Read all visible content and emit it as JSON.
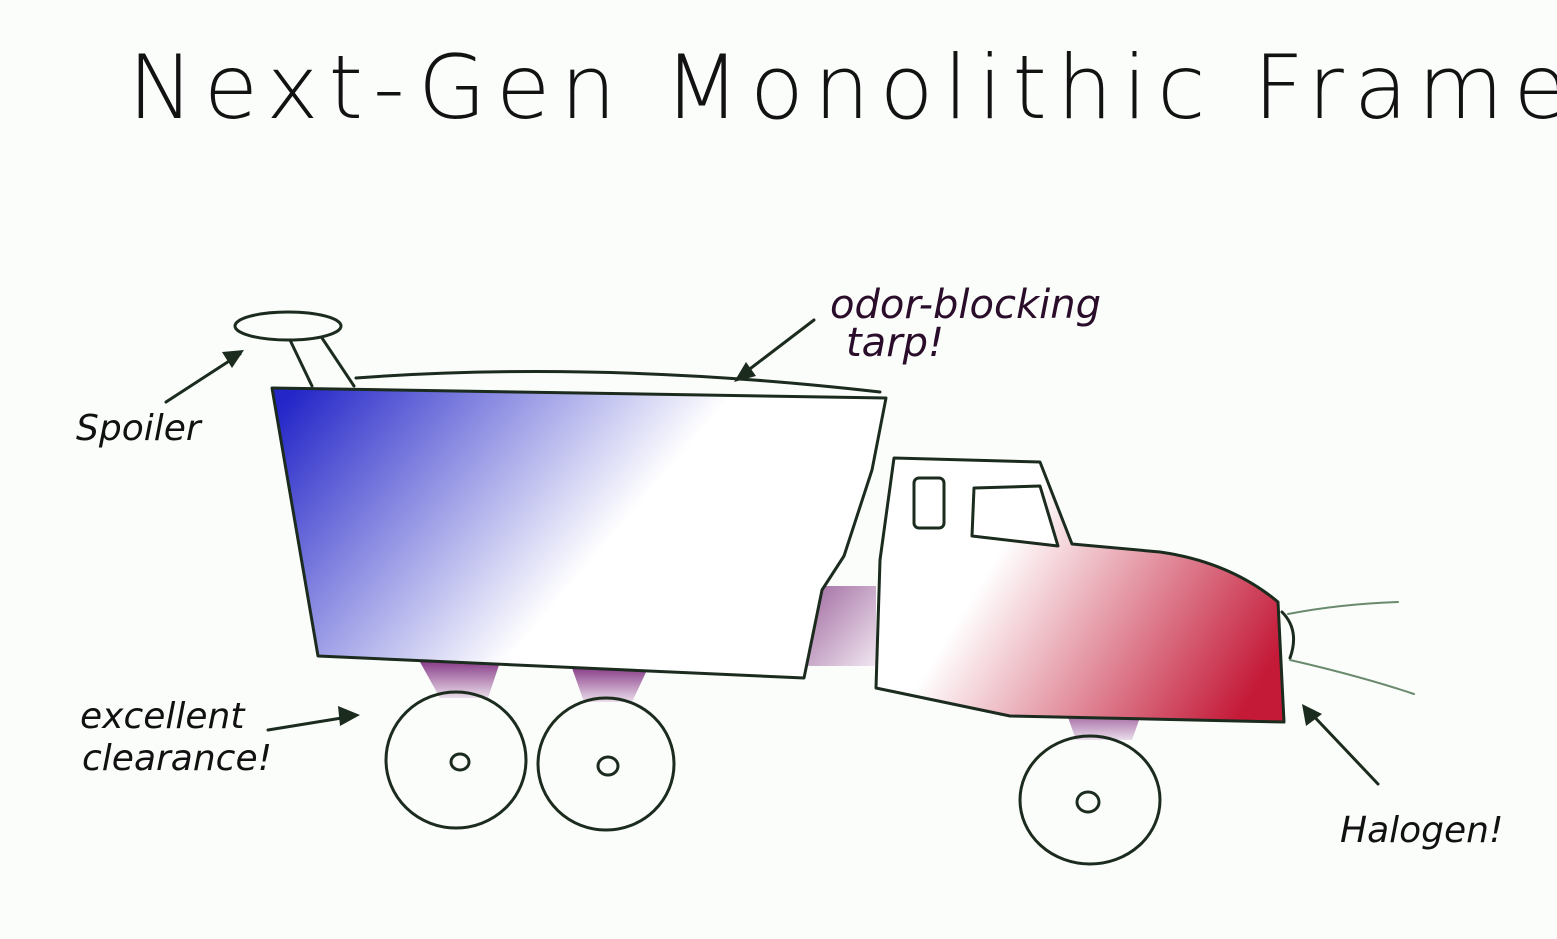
{
  "title": "Next-Gen Monolithic Frameworks:",
  "annotations": {
    "spoiler": "Spoiler",
    "tarp_line1": "odor-blocking",
    "tarp_line2": "tarp!",
    "clearance_line1": "excellent",
    "clearance_line2": "clearance!",
    "halogen": "Halogen!"
  },
  "colors": {
    "trailer_gradient_start": "#2426c8",
    "trailer_gradient_end": "#ffffff",
    "cab_gradient_start": "#ffffff",
    "cab_gradient_end": "#c41a38",
    "axle_mount": "#9a5a9a",
    "ink": "#1b2b1d",
    "annotation_ink": "#2a0d2a"
  }
}
